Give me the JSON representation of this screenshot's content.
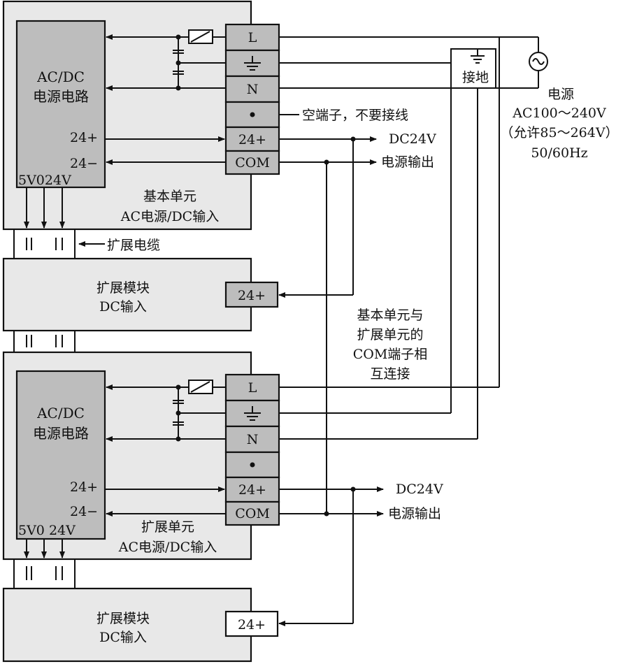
{
  "base_unit": {
    "power_circuit": [
      "AC/DC",
      "电源电路"
    ],
    "pin_24p": "24+",
    "pin_24m": "24−",
    "bus_pins": "5V024V",
    "caption": [
      "基本单元",
      "AC电源/DC输入"
    ]
  },
  "ext_cable_label": "扩展电缆",
  "ext_module_1": {
    "title": [
      "扩展模块",
      "DC输入"
    ],
    "terminal": "24+"
  },
  "ext_unit": {
    "power_circuit": [
      "AC/DC",
      "电源电路"
    ],
    "pin_24p": "24+",
    "pin_24m": "24−",
    "bus_pins": "5V0 24V",
    "caption": [
      "扩展单元",
      "AC电源/DC输入"
    ]
  },
  "ext_module_2": {
    "title": [
      "扩展模块",
      "DC输入"
    ],
    "terminal": "24+"
  },
  "terminals": {
    "L": "L",
    "N": "N",
    "pin_24": "24+",
    "com": "COM"
  },
  "notes": {
    "empty_terminal": "空端子，不要接线",
    "dc_out_1": [
      "DC24V",
      "电源输出"
    ],
    "dc_out_2": [
      "DC24V",
      "电源输出"
    ],
    "ground": "接地",
    "power_source": [
      "电源",
      "AC100～240V",
      "（允许85～264V）",
      "50/60Hz"
    ],
    "com_note": [
      "基本单元与",
      "扩展单元的",
      "COM端子相",
      "互连接"
    ]
  }
}
